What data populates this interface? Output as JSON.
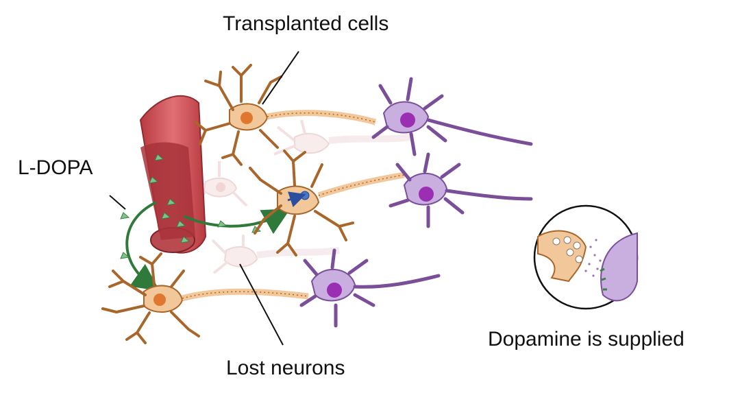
{
  "labels": {
    "transplanted_cells": "Transplanted cells",
    "l_dopa": "L-DOPA",
    "lost_neurons": "Lost neurons",
    "dopamine_supplied": "Dopamine is supplied"
  },
  "colors": {
    "vessel": "#c94a4f",
    "vessel_inner": "#a8323a",
    "orange_neuron": "#f2c79a",
    "orange_outline": "#a8662a",
    "orange_nucleus": "#e0772e",
    "purple_neuron": "#c9aee0",
    "purple_outline": "#7a4e99",
    "purple_nucleus": "#9b2fb3",
    "faded_neuron": "#f3dcdc",
    "arrow_green": "#2f7a3a",
    "ldopa_triangle": "#7cc48a"
  }
}
